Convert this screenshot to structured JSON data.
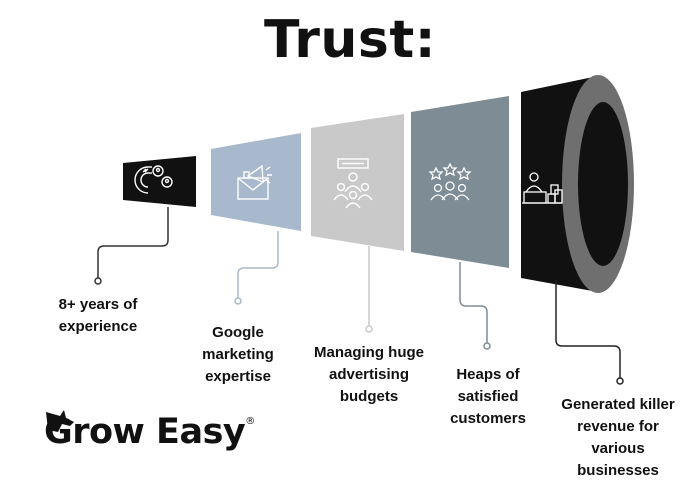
{
  "title": "Trust:",
  "stages": [
    {
      "label_line1": "8+ years of",
      "label_line2": "experience",
      "label_line3": "",
      "icon": "magnet-people-icon",
      "color": "#111111"
    },
    {
      "label_line1": "Google",
      "label_line2": "marketing",
      "label_line3": "expertise",
      "icon": "megaphone-envelope-icon",
      "color": "#a9b9cd"
    },
    {
      "label_line1": "Managing huge",
      "label_line2": "advertising",
      "label_line3": "budgets",
      "icon": "ad-team-icon",
      "color": "#c9c9c9"
    },
    {
      "label_line1": "Heaps of",
      "label_line2": "satisfied",
      "label_line3": "customers",
      "icon": "star-rated-customers-icon",
      "color": "#7e8c95"
    },
    {
      "label_line1": "Generated killer",
      "label_line2": "revenue for",
      "label_line3": "various",
      "label_line4": "businesses",
      "icon": "seller-boxes-icon",
      "color": "#111111"
    }
  ],
  "logo": {
    "text": "Grow Easy",
    "mark": "®",
    "icon": "dragon-head-icon"
  }
}
